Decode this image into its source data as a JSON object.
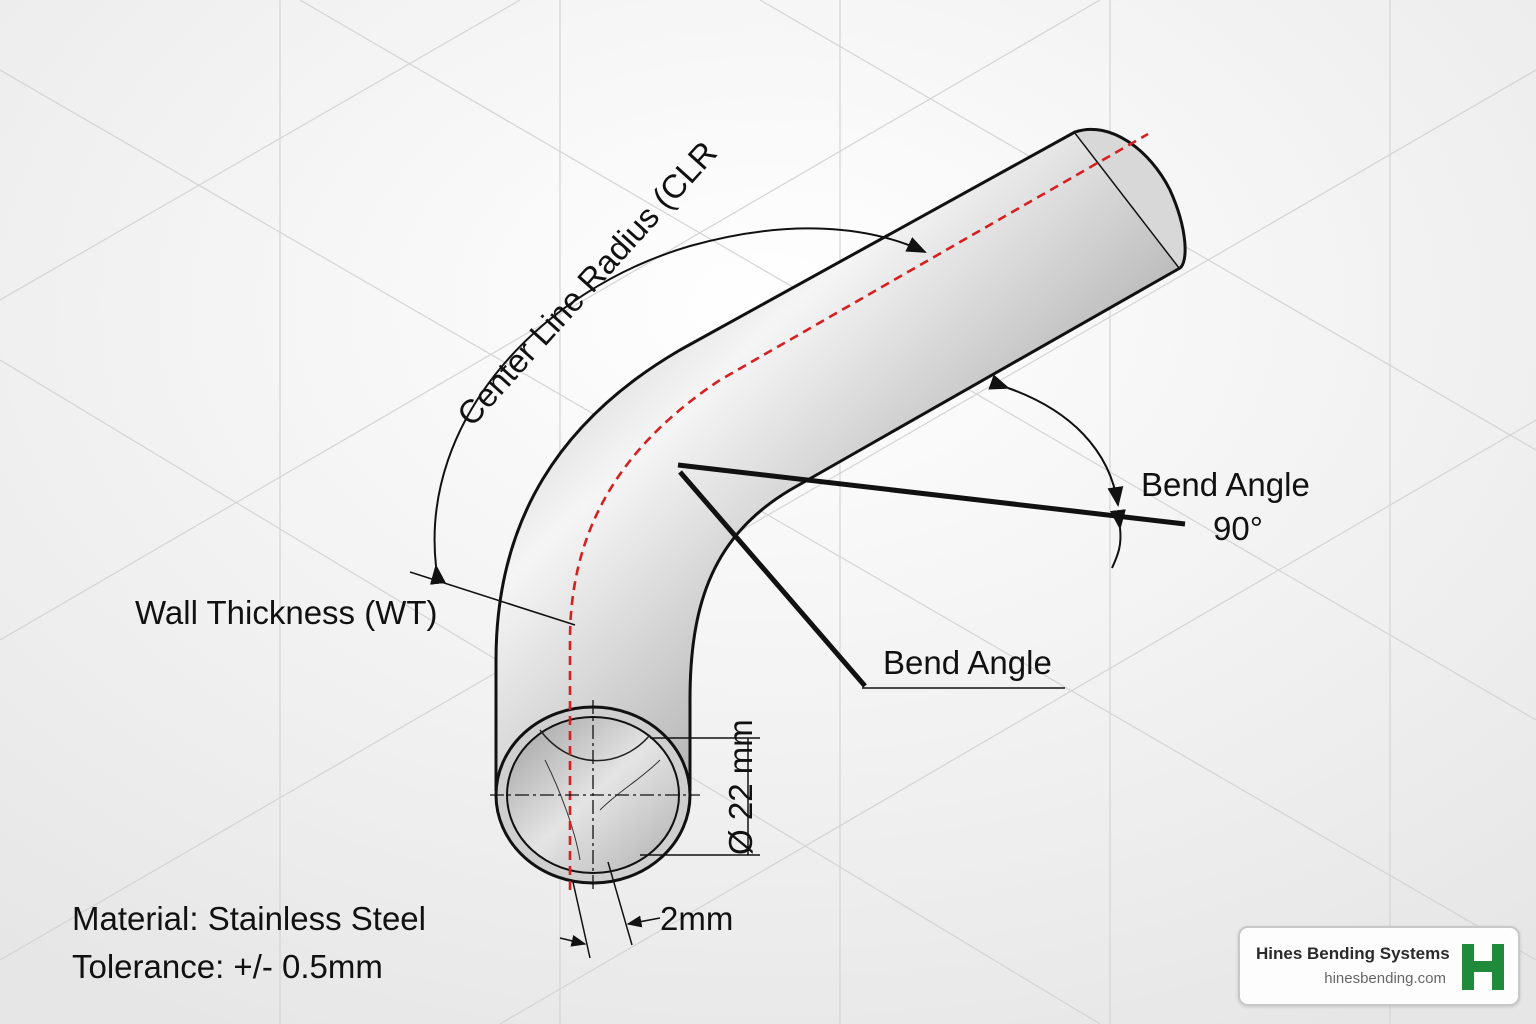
{
  "diagram": {
    "labels": {
      "clr": "Center Line Radius (CLR",
      "wall_thickness": "Wall Thickness (WT)",
      "bend_angle_top": "Bend Angle",
      "bend_angle_value": "90°",
      "bend_angle_lower": "Bend Angle",
      "diameter": "Ø 22 mm",
      "thickness_dim": "2mm",
      "material": "Material: Stainless Steel",
      "tolerance": "Tolerance: +/- 0.5mm"
    },
    "colors": {
      "centerline": "#d62020",
      "outline": "#111111",
      "background": "#f2f2f2",
      "brand_green": "#1e8a3a"
    }
  },
  "brand": {
    "name": "Hines Bending Systems",
    "url": "hinesbending.com",
    "logo_letter": "H",
    "logo_icon": "h-logo-icon"
  }
}
